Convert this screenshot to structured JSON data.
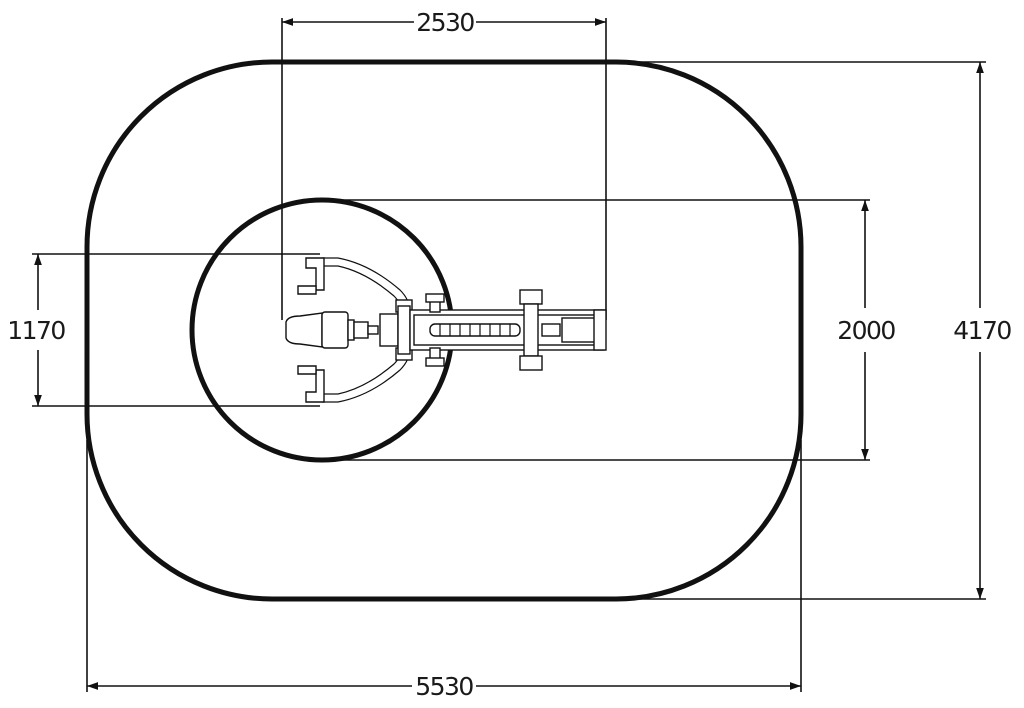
{
  "drawing": {
    "type": "equipment-footprint-plan",
    "units": "mm",
    "dimensions": {
      "top_width": "2530",
      "circle_diameter": "2000",
      "overall_depth": "4170",
      "handle_span": "1170",
      "overall_width": "5530"
    },
    "colors": {
      "line": "#111111",
      "background": "#ffffff"
    }
  }
}
